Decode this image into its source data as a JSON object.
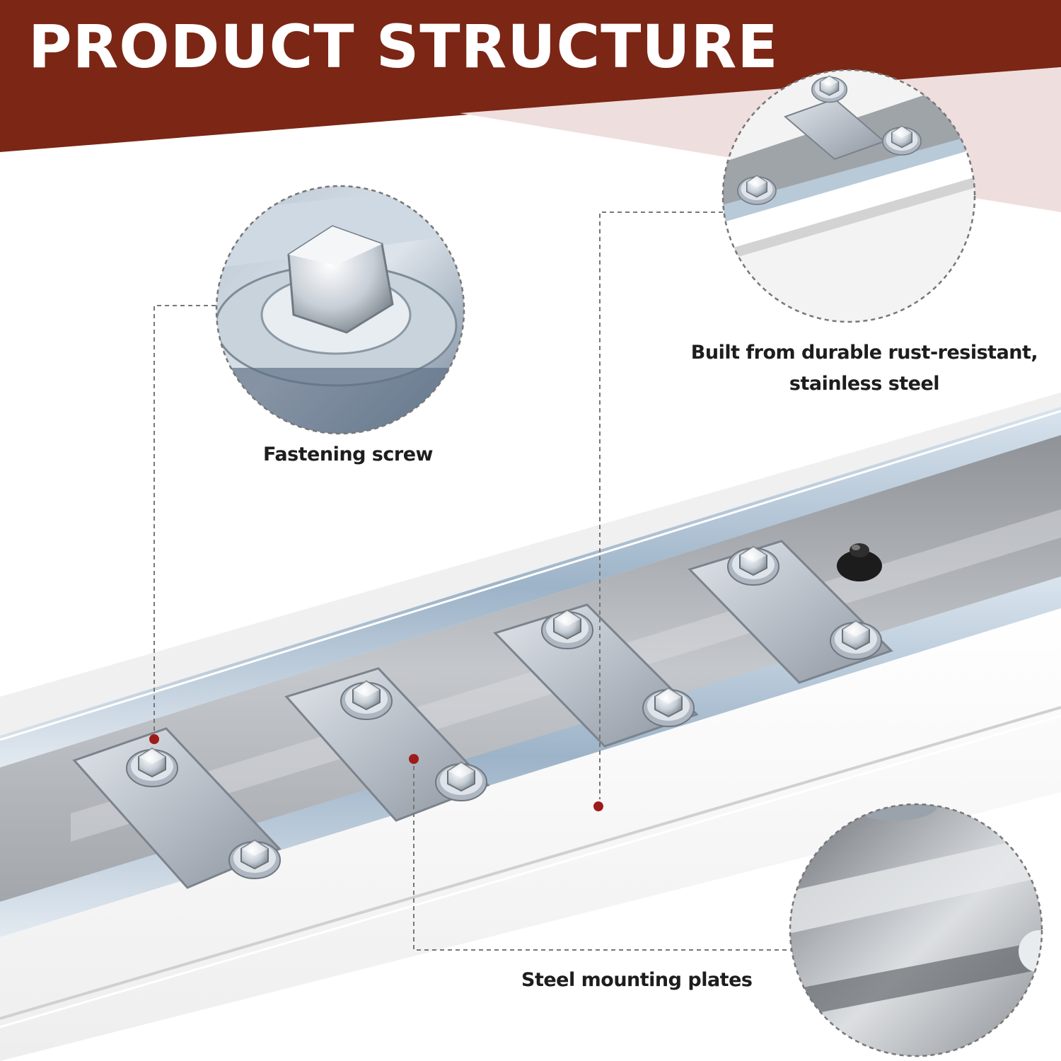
{
  "header": {
    "title": "PRODUCT STRUCTURE",
    "band_color": "#7c2615",
    "accent_color": "#efdede"
  },
  "callouts": {
    "fastening_screw": "Fastening screw",
    "stainless_steel": {
      "line1": "Built from durable rust-resistant,",
      "line2": "stainless steel"
    },
    "mounting_plates": "Steel mounting plates"
  },
  "colors": {
    "marker_dot": "#9e1b1b",
    "leader_line": "#777777",
    "steel": "#b9bcc0",
    "zinc_blue": "#9fb6cc"
  },
  "icons": {
    "bolt": "hex-flange-bolt-icon",
    "marker": "marker-dot-icon"
  }
}
